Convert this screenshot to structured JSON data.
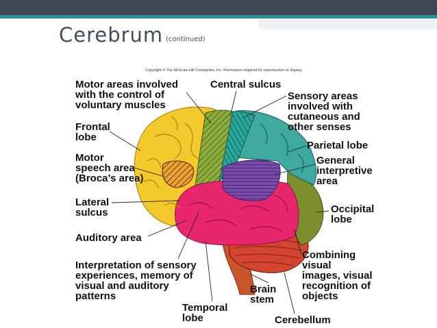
{
  "slide": {
    "title": "Cerebrum",
    "subtitle": "(continued)"
  },
  "figure": {
    "copyright": "Copyright © The McGraw-Hill Companies, Inc. Permission required for reproduction or display.",
    "labels": {
      "motor_areas": [
        "Motor areas involved",
        "with the control of",
        "voluntary muscles"
      ],
      "central_sulcus": [
        "Central sulcus"
      ],
      "sensory_areas": [
        "Sensory areas",
        "involved with",
        "cutaneous and",
        "other senses"
      ],
      "frontal_lobe": [
        "Frontal",
        "lobe"
      ],
      "parietal_lobe": [
        "Parietal lobe"
      ],
      "motor_speech": [
        "Motor",
        "speech area",
        "(Broca’s area)"
      ],
      "general_interpretive": [
        "General",
        "interpretive",
        "area"
      ],
      "lateral_sulcus": [
        "Lateral",
        "sulcus"
      ],
      "occipital_lobe": [
        "Occipital",
        "lobe"
      ],
      "auditory_area": [
        "Auditory area"
      ],
      "combining_visual": [
        "Combining",
        "visual",
        "images, visual",
        "recognition of",
        "objects"
      ],
      "interpretation": [
        "Interpretation of sensory",
        "experiences, memory of",
        "visual and auditory",
        "patterns"
      ],
      "brain_stem": [
        "Brain",
        "stem"
      ],
      "temporal_lobe": [
        "Temporal",
        "lobe"
      ],
      "cerebellum": [
        "Cerebellum"
      ]
    }
  },
  "colors": {
    "frontal": "#f3c92c",
    "motor_strip": "#8dae3c",
    "sensory_strip": "#2aa69b",
    "parietal": "#3fa99f",
    "interpretive": "#7a4aa8",
    "temporal": "#e8266e",
    "occipital": "#7d8f2c",
    "cerebellum": "#d4452f",
    "brain_stem": "#c9552a",
    "broca": "#c9582a"
  }
}
